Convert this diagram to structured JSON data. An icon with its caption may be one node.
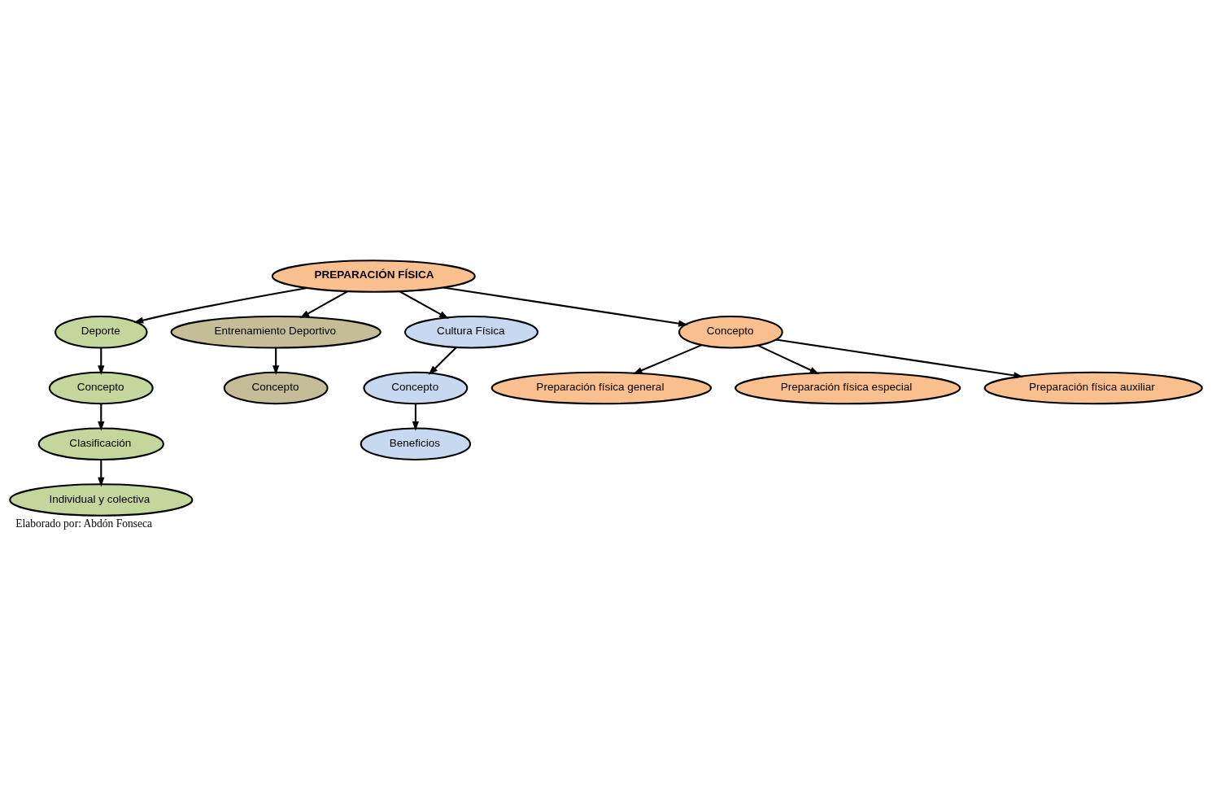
{
  "diagram": {
    "caption": "Elaborado por: Abdón Fonseca",
    "nodes": [
      {
        "text": [
          "Clasificación"
        ]
      },
      {
        "text": [
          "Individual y colectiva"
        ]
      },
      {
        "text": [
          "Concepto"
        ]
      },
      {
        "text": [
          "Beneficios"
        ]
      },
      {
        "text": [
          "Concepto"
        ]
      },
      {
        "text": [
          "Deporte"
        ]
      },
      {
        "text": [
          "Concepto"
        ]
      },
      {
        "text": [
          "Entrenamiento Deportivo"
        ]
      },
      {
        "text": [
          "Cultura Física"
        ]
      },
      {
        "text": [
          "PREPARACIÓN FÍSICA"
        ]
      },
      {
        "text": [
          "Concepto"
        ]
      },
      {
        "text": [
          "Preparación física general"
        ]
      },
      {
        "text": [
          "Preparación física especial"
        ]
      },
      {
        "text": [
          "Preparación física auxiliar"
        ]
      }
    ],
    "edges": [
      {
        "from": 9,
        "to": 5,
        "arrow": "to"
      },
      {
        "from": 5,
        "to": 2,
        "arrow": "to"
      },
      {
        "from": 2,
        "to": 0,
        "arrow": "to"
      },
      {
        "from": 0,
        "to": 1,
        "arrow": "to"
      },
      {
        "from": 9,
        "to": 8,
        "arrow": "to"
      },
      {
        "from": 8,
        "to": 6,
        "arrow": "to"
      },
      {
        "from": 6,
        "to": 3,
        "arrow": "to"
      },
      {
        "from": 9,
        "to": 7,
        "arrow": "to"
      },
      {
        "from": 7,
        "to": 4,
        "arrow": "to"
      },
      {
        "from": 9,
        "to": 10,
        "arrow": "to"
      },
      {
        "from": 10,
        "to": 11,
        "arrow": "to"
      },
      {
        "from": 10,
        "to": 12,
        "arrow": "to"
      },
      {
        "from": 10,
        "to": 13,
        "arrow": "to"
      }
    ]
  }
}
